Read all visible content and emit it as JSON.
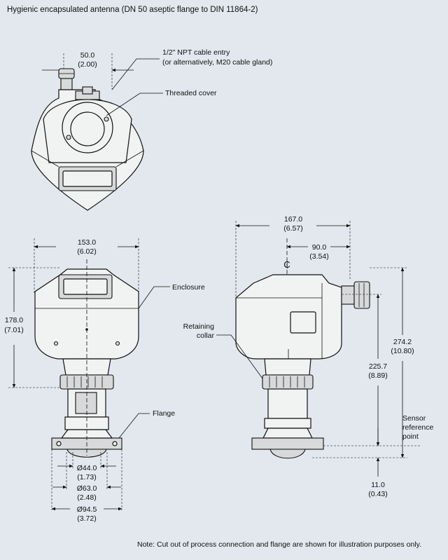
{
  "title": "Hygienic encapsulated antenna (DN 50 aseptic flange to DIN 11864-2)",
  "note": "Note: Cut out of process connection and flange are shown for illustration purposes only.",
  "top_view": {
    "dim_width": "50.0",
    "dim_width_in": "(2.00)",
    "callout_cable_1": "1/2\" NPT cable entry",
    "callout_cable_2": "(or alternatively, M20 cable gland)",
    "callout_cover": "Threaded cover"
  },
  "front_view": {
    "dim_width": "153.0",
    "dim_width_in": "(6.02)",
    "dim_height": "178.0",
    "dim_height_in": "(7.01)",
    "callout_enclosure": "Enclosure",
    "callout_flange": "Flange",
    "dim_d44": "Ø44.0",
    "dim_d44_in": "(1.73)",
    "dim_d63": "Ø63.0",
    "dim_d63_in": "(2.48)",
    "dim_d94": "Ø94.5",
    "dim_d94_in": "(3.72)"
  },
  "side_view": {
    "dim_width": "167.0",
    "dim_width_in": "(6.57)",
    "dim_half": "90.0",
    "dim_half_in": "(3.54)",
    "centerline": "₵",
    "callout_collar_1": "Retaining",
    "callout_collar_2": "collar",
    "dim_total": "274.2",
    "dim_total_in": "(10.80)",
    "dim_ref": "225.7",
    "dim_ref_in": "(8.89)",
    "sensor_1": "Sensor",
    "sensor_2": "reference",
    "sensor_3": "point",
    "dim_tip": "11.0",
    "dim_tip_in": "(0.43)"
  }
}
